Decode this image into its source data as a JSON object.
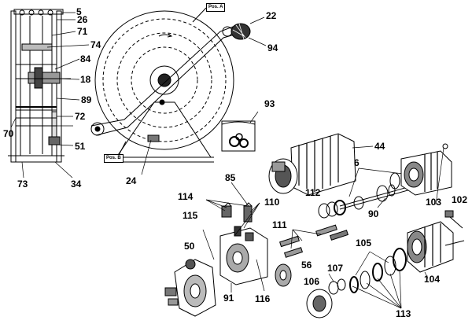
{
  "figure": {
    "view_markers": {
      "pos_a": "Pos. A",
      "pos_b": "Pos. B"
    },
    "part_numbers": [
      {
        "id": "p5",
        "label": "5"
      },
      {
        "id": "p26",
        "label": "26"
      },
      {
        "id": "p71",
        "label": "71"
      },
      {
        "id": "p74",
        "label": "74"
      },
      {
        "id": "p84",
        "label": "84"
      },
      {
        "id": "p18",
        "label": "18"
      },
      {
        "id": "p89",
        "label": "89"
      },
      {
        "id": "p72",
        "label": "72"
      },
      {
        "id": "p70",
        "label": "70"
      },
      {
        "id": "p51",
        "label": "51"
      },
      {
        "id": "p73",
        "label": "73"
      },
      {
        "id": "p34",
        "label": "34"
      },
      {
        "id": "p22",
        "label": "22"
      },
      {
        "id": "p94",
        "label": "94"
      },
      {
        "id": "p93",
        "label": "93"
      },
      {
        "id": "p24",
        "label": "24"
      },
      {
        "id": "p44",
        "label": "44"
      },
      {
        "id": "p6",
        "label": "6"
      },
      {
        "id": "p85",
        "label": "85"
      },
      {
        "id": "p114",
        "label": "114"
      },
      {
        "id": "p112",
        "label": "112"
      },
      {
        "id": "p110",
        "label": "110"
      },
      {
        "id": "p90",
        "label": "90"
      },
      {
        "id": "p103",
        "label": "103"
      },
      {
        "id": "p102",
        "label": "102"
      },
      {
        "id": "p115",
        "label": "115"
      },
      {
        "id": "p111",
        "label": "111"
      },
      {
        "id": "p50",
        "label": "50"
      },
      {
        "id": "p105",
        "label": "105"
      },
      {
        "id": "p56",
        "label": "56"
      },
      {
        "id": "p107",
        "label": "107"
      },
      {
        "id": "p104",
        "label": "104"
      },
      {
        "id": "p106",
        "label": "106"
      },
      {
        "id": "p91",
        "label": "91"
      },
      {
        "id": "p116",
        "label": "116"
      },
      {
        "id": "p113",
        "label": "113"
      }
    ]
  }
}
